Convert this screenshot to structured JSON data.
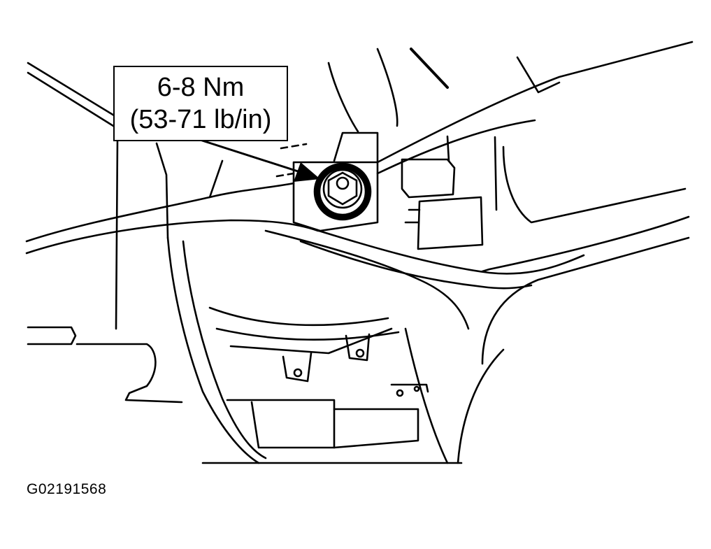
{
  "callout": {
    "torque_metric": "6-8 Nm",
    "torque_imperial": "(53-71 lb/in)"
  },
  "figure_id": "G02191568",
  "colors": {
    "line": "#000000",
    "background": "#ffffff"
  }
}
